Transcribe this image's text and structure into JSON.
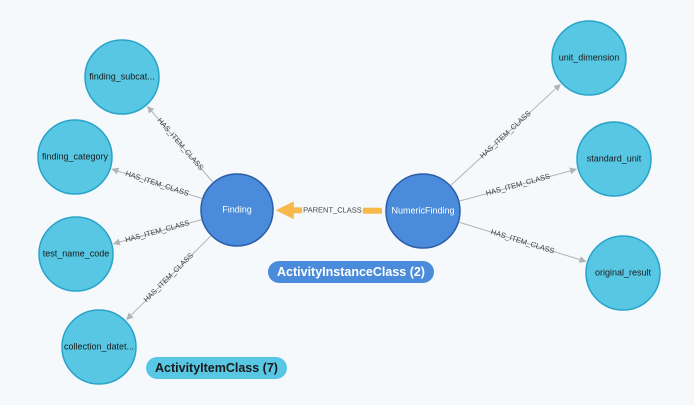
{
  "nodes": [
    {
      "id": "finding",
      "label": "Finding",
      "kind": "instance"
    },
    {
      "id": "numeric",
      "label": "NumericFinding",
      "kind": "instance"
    },
    {
      "id": "subcat",
      "label": "finding_subcat...",
      "kind": "item"
    },
    {
      "id": "category",
      "label": "finding_category",
      "kind": "item"
    },
    {
      "id": "testname",
      "label": "test_name_code",
      "kind": "item"
    },
    {
      "id": "collection",
      "label": "collection_datet...",
      "kind": "item"
    },
    {
      "id": "unitdim",
      "label": "unit_dimension",
      "kind": "item"
    },
    {
      "id": "stdunit",
      "label": "standard_unit",
      "kind": "item"
    },
    {
      "id": "origresult",
      "label": "original_result",
      "kind": "item"
    }
  ],
  "edges": [
    {
      "from": "finding",
      "to": "subcat",
      "label": "HAS_ITEM_CLASS"
    },
    {
      "from": "finding",
      "to": "category",
      "label": "HAS_ITEM_CLASS"
    },
    {
      "from": "finding",
      "to": "testname",
      "label": "HAS_ITEM_CLASS"
    },
    {
      "from": "finding",
      "to": "collection",
      "label": "HAS_ITEM_CLASS"
    },
    {
      "from": "numeric",
      "to": "finding",
      "label": "PARENT_CLASS",
      "style": "parent"
    },
    {
      "from": "numeric",
      "to": "unitdim",
      "label": "HAS_ITEM_CLASS"
    },
    {
      "from": "numeric",
      "to": "stdunit",
      "label": "HAS_ITEM_CLASS"
    },
    {
      "from": "numeric",
      "to": "origresult",
      "label": "HAS_ITEM_CLASS"
    }
  ],
  "legend": {
    "instance_label": "ActivityInstanceClass (2)",
    "item_label": "ActivityItemClass (7)"
  },
  "colors": {
    "instance_fill": "#4a8cdb",
    "instance_stroke": "#2b5ea8",
    "item_fill": "#57c7e3",
    "item_stroke": "#2aa3c9",
    "edge": "#b3b3b3",
    "parent_edge": "#f7b94b",
    "background": "#f5f9fc"
  }
}
